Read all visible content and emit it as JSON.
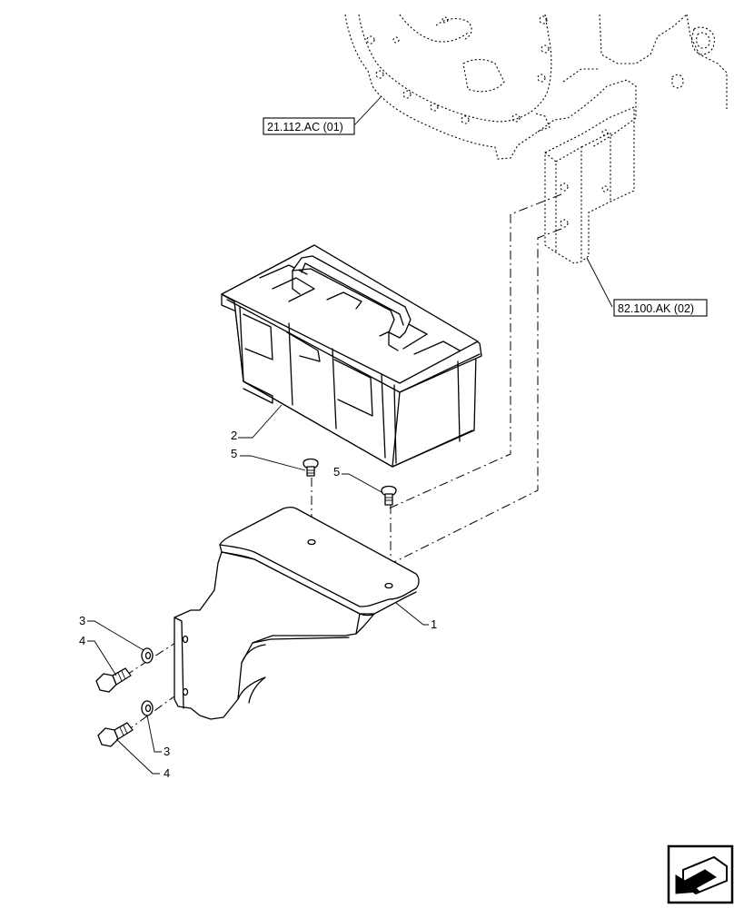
{
  "references": {
    "gearbox_ref": "21.112.AC (01)",
    "bracket_ref": "82.100.AK (02)"
  },
  "callouts": {
    "battery_mount": "1",
    "battery": "2",
    "washer_upper": "3",
    "washer_lower": "3",
    "bolt_upper": "4",
    "bolt_lower": "4",
    "screw_left": "5",
    "screw_right": "5"
  },
  "icons": {
    "nav_icon": "arrow-return-icon"
  }
}
